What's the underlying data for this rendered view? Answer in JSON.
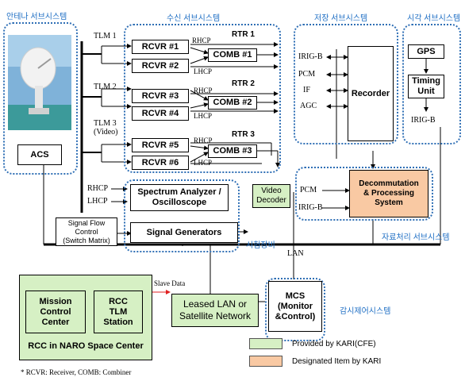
{
  "subsystems": {
    "antenna": "안테나 서브시스템",
    "receiver": "수신 서브시스템",
    "storage": "저장 서브시스템",
    "timing": "시각 서브시스템",
    "data_processing": "자료처리 서브시스템",
    "test_equipment": "시험장비",
    "monitor_control": "감시제어시스템"
  },
  "antenna": {
    "acs": "ACS"
  },
  "tlm_labels": [
    "TLM 1",
    "TLM 2",
    "TLM 3\n(Video)"
  ],
  "rtr": [
    {
      "title": "RTR 1",
      "rcvr_a": "RCVR #1",
      "rcvr_b": "RCVR #2",
      "comb": "COMB #1",
      "rhcp": "RHCP",
      "lhcp": "LHCP"
    },
    {
      "title": "RTR 2",
      "rcvr_a": "RCVR #3",
      "rcvr_b": "RCVR #4",
      "comb": "COMB #2",
      "rhcp": "RHCP",
      "lhcp": "LHCP"
    },
    {
      "title": "RTR 3",
      "rcvr_a": "RCVR #5",
      "rcvr_b": "RCVR #6",
      "comb": "COMB #3",
      "rhcp": "RHCP",
      "lhcp": "LHCP"
    }
  ],
  "signals": {
    "rhcp": "RHCP",
    "lhcp": "LHCP"
  },
  "spectrum": "Spectrum Analyzer /\nOscilloscope",
  "signal_generators": "Signal Generators",
  "signal_flow": "Signal  Flow\nControl\n(Switch Matrix)",
  "recorder": {
    "title": "Recorder",
    "inputs": [
      "IRIG-B",
      "PCM",
      "IF",
      "AGC"
    ]
  },
  "gps": {
    "gps": "GPS",
    "timing_unit": "Timing\nUnit",
    "irig_b": "IRIG-B"
  },
  "decom": {
    "title": "Decommutation\n& Processing\nSystem",
    "pcm": "PCM",
    "irig_b": "IRIG-B"
  },
  "video_decoder": "Video\nDecoder",
  "lan": "LAN",
  "rcc": {
    "mission": "Mission\nControl\nCenter",
    "rcc_tlm": "RCC\nTLM\nStation",
    "title": "RCC in NARO Space Center",
    "slave_data": "Slave Data"
  },
  "leased_lan": "Leased LAN or\nSatellite Network",
  "mcs": "MCS\n(Monitor\n&Control)",
  "legend": {
    "provided": "Provided by KARI(CFE)",
    "designated": "Designated Item by KARI"
  },
  "footnote": "* RCVR: Receiver, COMB: Combiner",
  "colors": {
    "blue": "#1f6fc4",
    "green": "#d6f0c4",
    "orange": "#f9c9a3"
  }
}
